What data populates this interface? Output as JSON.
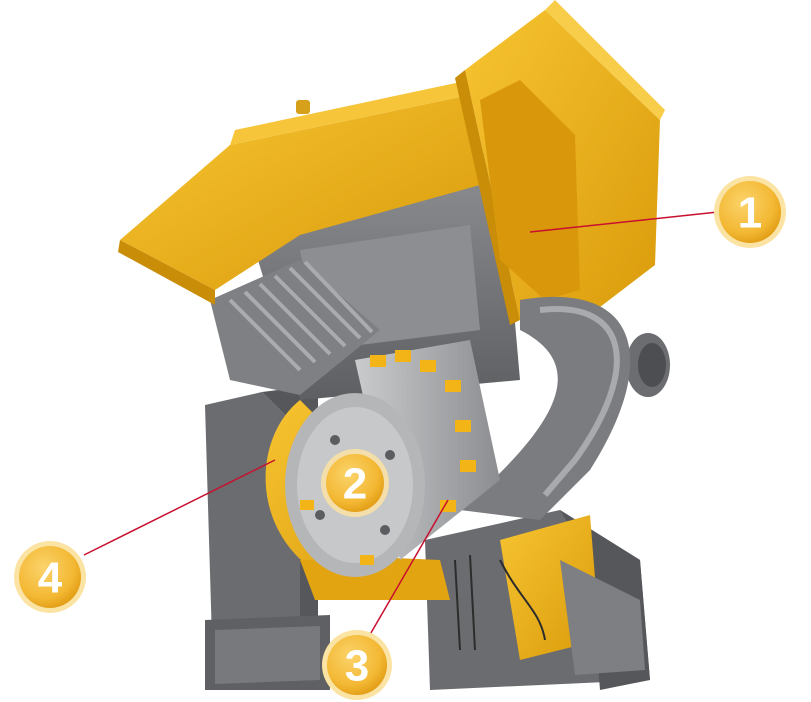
{
  "colors": {
    "housing_yellow": "#f2b416",
    "housing_yellow_dark": "#c98d08",
    "steel_gray": "#7d7f82",
    "steel_gray_dark": "#4f5153",
    "steel_gray_light": "#b9bbbd",
    "leader_line": "#c8102e",
    "badge_fill": "#f3b833",
    "badge_ring": "#fbe3a4"
  },
  "callouts": [
    {
      "label": "1"
    },
    {
      "label": "2"
    },
    {
      "label": "3"
    },
    {
      "label": "4"
    }
  ]
}
